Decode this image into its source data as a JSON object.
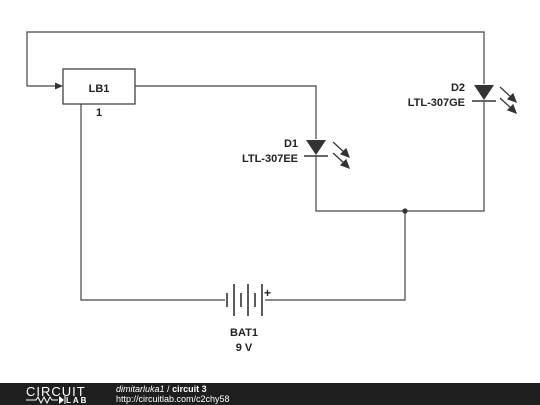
{
  "diagram": {
    "components": {
      "lb1": {
        "name": "LB1",
        "pin": "1"
      },
      "d1": {
        "name": "D1",
        "part": "LTL-307EE"
      },
      "d2": {
        "name": "D2",
        "part": "LTL-307GE"
      },
      "bat1": {
        "name": "BAT1",
        "value": "9 V",
        "polarity": "+"
      }
    },
    "colors": {
      "wire": "#444444",
      "component": "#333333"
    }
  },
  "footer": {
    "logo_top": "CIRCUIT",
    "logo_bottom": "LAB",
    "author": "dimitarluka1",
    "separator": "/",
    "title": "circuit 3",
    "url": "http://circuitlab.com/c2chy58"
  }
}
